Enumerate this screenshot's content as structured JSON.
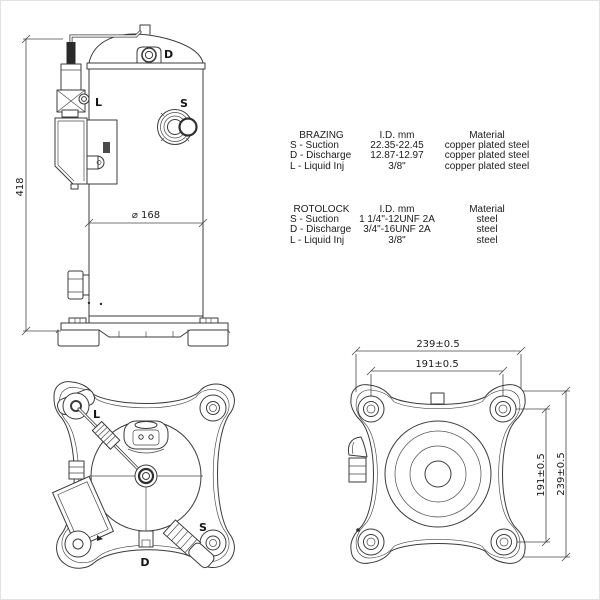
{
  "side_view": {
    "height_dim": "418",
    "diameter_dim": "⌀ 168",
    "discharge_label": "D",
    "suction_label": "S",
    "liquid_label": "L"
  },
  "brazing_table": {
    "headers": {
      "name": "BRAZING",
      "id": "I.D. mm",
      "material": "Material"
    },
    "rows": [
      {
        "port": "S - Suction",
        "id": "22.35-22.45",
        "material": "copper plated steel"
      },
      {
        "port": "D - Discharge",
        "id": "12.87-12.97",
        "material": "copper plated steel"
      },
      {
        "port": "L - Liquid Inj",
        "id": "3/8\"",
        "material": "copper plated steel"
      }
    ]
  },
  "rotolock_table": {
    "headers": {
      "name": "ROTOLOCK",
      "id": "I.D. mm",
      "material": "Material"
    },
    "rows": [
      {
        "port": "S - Suction",
        "id": "1 1/4\"-12UNF 2A",
        "material": "steel"
      },
      {
        "port": "D - Discharge",
        "id": "3/4\"-16UNF 2A",
        "material": "steel"
      },
      {
        "port": "L - Liquid Inj",
        "id": "3/8\"",
        "material": "steel"
      }
    ]
  },
  "top_view": {
    "liquid_label": "L",
    "suction_label": "S",
    "discharge_label": "D"
  },
  "footprint_view": {
    "width_outer_dim": "239±0.5",
    "width_bolt_dim": "191±0.5",
    "height_bolt_dim": "191±0.5",
    "height_outer_dim": "239±0.5"
  },
  "colors": {
    "line": "#3b3b3b",
    "dim_line": "#4a4a4a",
    "text": "#1b1b1b",
    "background": "#ffffff"
  }
}
